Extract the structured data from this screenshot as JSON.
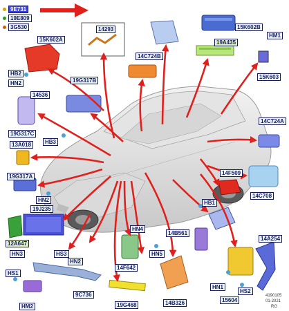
{
  "legend": {
    "items": [
      {
        "label": "9E731",
        "color": "#d9a400"
      },
      {
        "label": "19E809",
        "color": "#2a9a2a"
      },
      {
        "label": "3G530",
        "color": "#c86010"
      }
    ]
  },
  "labels": {
    "l14293": "14293",
    "l15K602B": "15K602B",
    "lHM1": "HM1",
    "l15K602A": "15K602A",
    "l14C724B": "14C724B",
    "l19A435": "19A435",
    "lHB2": "HB2",
    "lHN2a": "HN2",
    "l19G317B": "19G317B",
    "l15K603": "15K603",
    "l14536": "14536",
    "l19G317C": "19G317C",
    "lHB3": "HB3",
    "l13A018": "13A018",
    "l14C724A": "14C724A",
    "l19G317A": "19G317A",
    "l14F509": "14F509",
    "l14C708": "14C708",
    "lHN2b": "HN2",
    "l19J235": "19J235",
    "lHB1": "HB1",
    "l12A647": "12A647",
    "lHN4": "HN4",
    "l14B561": "14B561",
    "l14A254": "14A254",
    "lHN3": "HN3",
    "lHS3": "HS3",
    "lHN2c": "HN2",
    "l14F642": "14F642",
    "lHN5": "HN5",
    "lHS1": "HS1",
    "l9C736": "9C736",
    "lHN1": "HN1",
    "lHS2": "HS2",
    "l19G468": "19G468",
    "l14B326": "14B326",
    "l15604": "15604",
    "lHM2": "HM2"
  },
  "footer": {
    "line1": "4190105",
    "line2": "01-2021",
    "line3": "RG"
  },
  "colors": {
    "arrow": "#e0201c",
    "label_border": "#1a1a5a",
    "label_fill": "#eaf6ff",
    "highlight_fill": "#3c44d8"
  }
}
